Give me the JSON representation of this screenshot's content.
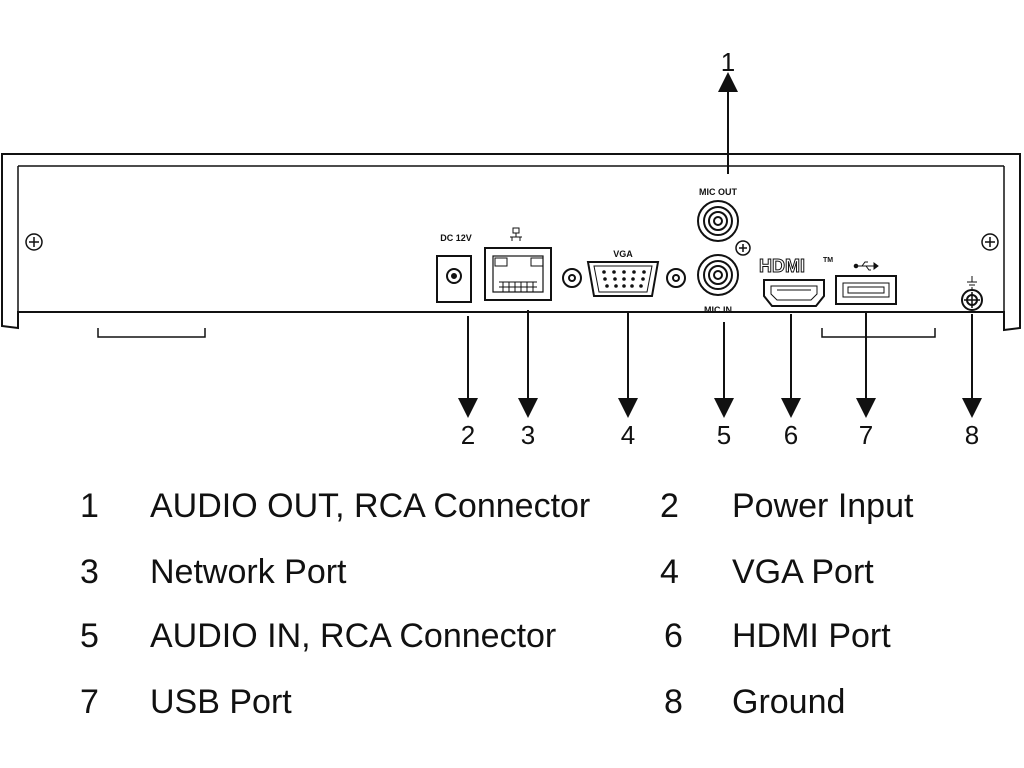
{
  "panel_labels": {
    "mic_out": "MIC OUT",
    "mic_in": "MIC IN",
    "vga": "VGA",
    "dc": "DC 12V",
    "hdmi": "HDMI",
    "hdmi_tm": "TM"
  },
  "callouts": [
    "1",
    "2",
    "3",
    "4",
    "5",
    "6",
    "7",
    "8"
  ],
  "legend": [
    {
      "num": "1",
      "label": "AUDIO OUT, RCA Connector"
    },
    {
      "num": "2",
      "label": "Power Input"
    },
    {
      "num": "3",
      "label": "Network Port"
    },
    {
      "num": "4",
      "label": "VGA Port"
    },
    {
      "num": "5",
      "label": "AUDIO IN, RCA Connector"
    },
    {
      "num": "6",
      "label": "HDMI Port"
    },
    {
      "num": "7",
      "label": "USB Port"
    },
    {
      "num": "8",
      "label": "Ground"
    }
  ]
}
